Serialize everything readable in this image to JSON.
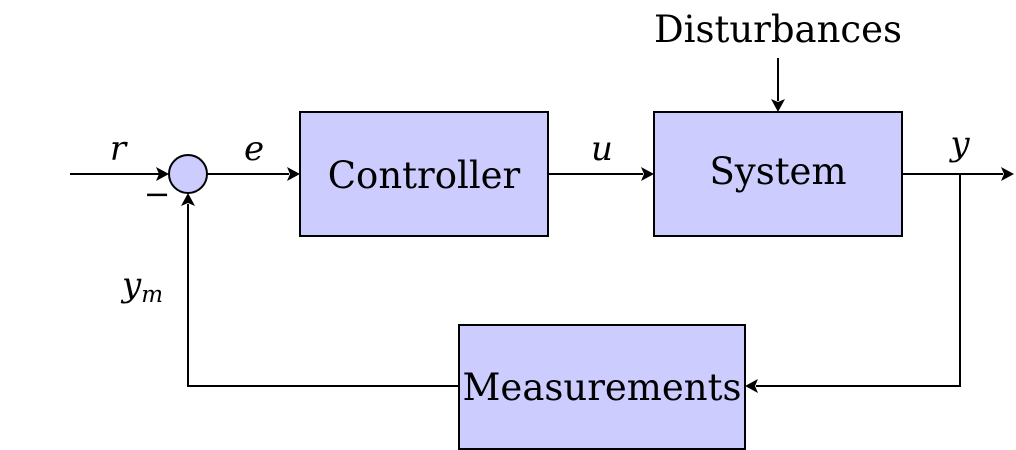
{
  "colors": {
    "block_fill": "#ccccff",
    "stroke": "#000000"
  },
  "blocks": {
    "controller": "Controller",
    "system": "System",
    "measurements": "Measurements"
  },
  "external_input": "Disturbances",
  "signals": {
    "reference": "r",
    "error": "e",
    "control": "u",
    "output": "y",
    "measured_base": "y",
    "measured_sub": "m"
  },
  "summing_junction": {
    "feedback_sign": "−"
  }
}
